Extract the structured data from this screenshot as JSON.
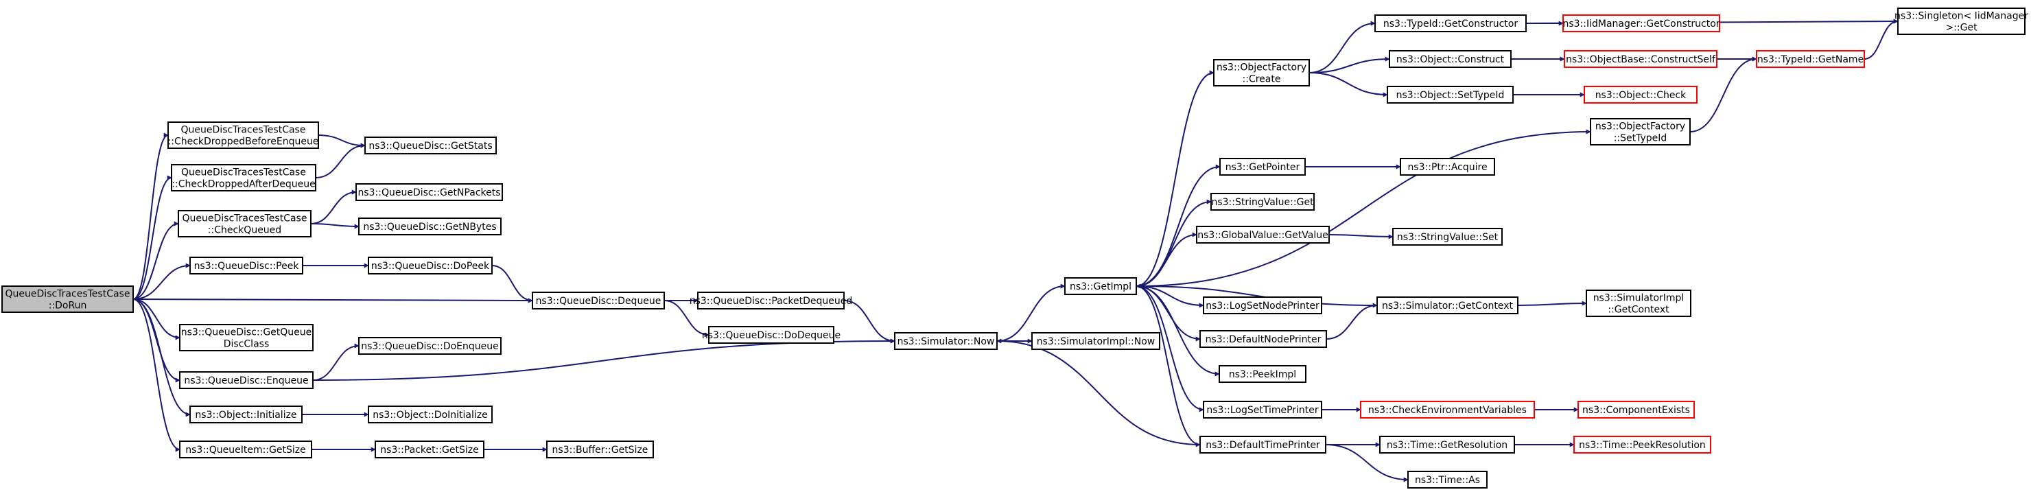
{
  "colors": {
    "edge": "#191970",
    "node_border_normal": "#000000",
    "node_border_truncated": "#ff0000",
    "node_fill": "#ffffff",
    "root_fill": "#bfbfbf"
  },
  "nodes": {
    "root": [
      "QueueDiscTracesTestCase",
      "::DoRun"
    ],
    "cdbe": [
      "QueueDiscTracesTestCase",
      "::CheckDroppedBeforeEnqueue"
    ],
    "cdad": [
      "QueueDiscTracesTestCase",
      "::CheckDroppedAfterDequeue"
    ],
    "cq": [
      "QueueDiscTracesTestCase",
      "::CheckQueued"
    ],
    "peek": [
      "ns3::QueueDisc::Peek"
    ],
    "gqdc": [
      "ns3::QueueDisc::GetQueue",
      "DiscClass"
    ],
    "enq": [
      "ns3::QueueDisc::Enqueue"
    ],
    "oinit": [
      "ns3::Object::Initialize"
    ],
    "qigs": [
      "ns3::QueueItem::GetSize"
    ],
    "getstats": [
      "ns3::QueueDisc::GetStats"
    ],
    "getnp": [
      "ns3::QueueDisc::GetNPackets"
    ],
    "getnb": [
      "ns3::QueueDisc::GetNBytes"
    ],
    "dopeek": [
      "ns3::QueueDisc::DoPeek"
    ],
    "deq": [
      "ns3::QueueDisc::Dequeue"
    ],
    "doenq": [
      "ns3::QueueDisc::DoEnqueue"
    ],
    "odoinit": [
      "ns3::Object::DoInitialize"
    ],
    "pgs": [
      "ns3::Packet::GetSize"
    ],
    "bgs": [
      "ns3::Buffer::GetSize"
    ],
    "pdeq": [
      "ns3::QueueDisc::PacketDequeued"
    ],
    "dodeq": [
      "ns3::QueueDisc::DoDequeue"
    ],
    "snow": [
      "ns3::Simulator::Now"
    ],
    "sinow": [
      "ns3::SimulatorImpl::Now"
    ],
    "getimpl": [
      "ns3::GetImpl"
    ],
    "ofcreate": [
      "ns3::ObjectFactory",
      "::Create"
    ],
    "getptr": [
      "ns3::GetPointer"
    ],
    "svget": [
      "ns3::StringValue::Get"
    ],
    "gvget": [
      "ns3::GlobalValue::GetValue"
    ],
    "lsnp": [
      "ns3::LogSetNodePrinter"
    ],
    "dnp": [
      "ns3::DefaultNodePrinter"
    ],
    "peekimpl": [
      "ns3::PeekImpl"
    ],
    "lstp": [
      "ns3::LogSetTimePrinter"
    ],
    "dtp": [
      "ns3::DefaultTimePrinter"
    ],
    "tgc": [
      "ns3::TypeId::GetConstructor"
    ],
    "iidgc": [
      "ns3::IidManager::GetConstructor"
    ],
    "singleton": [
      "ns3::Singleton< IidManager",
      ">::Get"
    ],
    "oconstruct": [
      "ns3::Object::Construct"
    ],
    "obcs": [
      "ns3::ObjectBase::ConstructSelf"
    ],
    "tgn": [
      "ns3::TypeId::GetName"
    ],
    "osti": [
      "ns3::Object::SetTypeId"
    ],
    "ocheck": [
      "ns3::Object::Check"
    ],
    "ofsti": [
      "ns3::ObjectFactory",
      "::SetTypeId"
    ],
    "ptracq": [
      "ns3::Ptr::Acquire"
    ],
    "svset": [
      "ns3::StringValue::Set"
    ],
    "sgc": [
      "ns3::Simulator::GetContext"
    ],
    "sigc": [
      "ns3::SimulatorImpl",
      "::GetContext"
    ],
    "cev": [
      "ns3::CheckEnvironmentVariables"
    ],
    "ce": [
      "ns3::ComponentExists"
    ],
    "tgr": [
      "ns3::Time::GetResolution"
    ],
    "tpr": [
      "ns3::Time::PeekResolution"
    ],
    "tas": [
      "ns3::Time::As"
    ]
  }
}
